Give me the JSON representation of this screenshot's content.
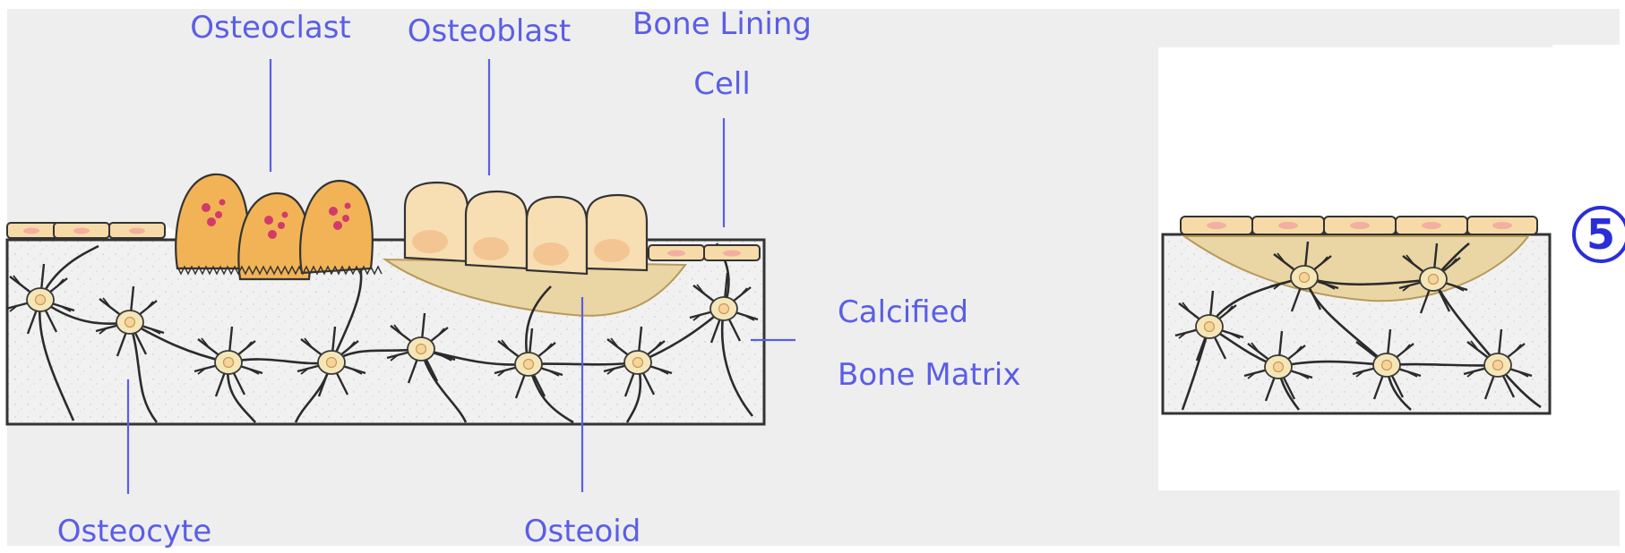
{
  "labels": {
    "osteoclast": "Osteoclast",
    "osteoblast": "Osteoblast",
    "bone_lining_line1": "Bone Lining",
    "bone_lining_line2": "Cell",
    "calcified_line1": "Calcified",
    "calcified_line2": "Bone Matrix",
    "osteocyte": "Osteocyte",
    "osteoid": "Osteoid"
  },
  "step_number": "5",
  "colors": {
    "background": "#eeeeee",
    "panel": "#ffffff",
    "label": "#5a5ee6",
    "step": "#2a2ed8",
    "matrix": "#f1f1f1",
    "osteoclast": "#f2b356",
    "osteoblast": "#f7dfb3",
    "osteoid": "#ead6a4",
    "lining_cell": "#f6dba8",
    "osteocyte": "#f5e6b8",
    "canaliculi": "#2b2b2b"
  }
}
